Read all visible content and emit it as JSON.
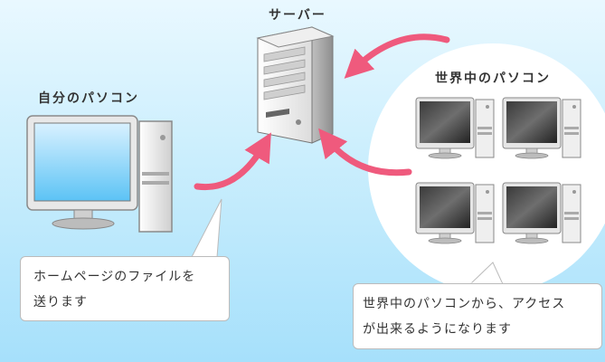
{
  "labels": {
    "server": "サーバー",
    "own_pc": "自分のパソコン",
    "world_pcs": "世界中のパソコン"
  },
  "callouts": {
    "upload_line1": "ホームページのファイルを",
    "upload_line2": "送ります",
    "access_line1": "世界中のパソコンから、アクセス",
    "access_line2": "が出来るようになります"
  },
  "icons": [
    "server-icon",
    "desktop-pc-icon",
    "monitor-icon",
    "arrow-icon"
  ],
  "colors": {
    "background_top": "#e9f8ff",
    "background_bottom": "#a6e0fb",
    "arrow": "#ef5a7d",
    "cloud": "#ffffff",
    "text": "#333333"
  }
}
